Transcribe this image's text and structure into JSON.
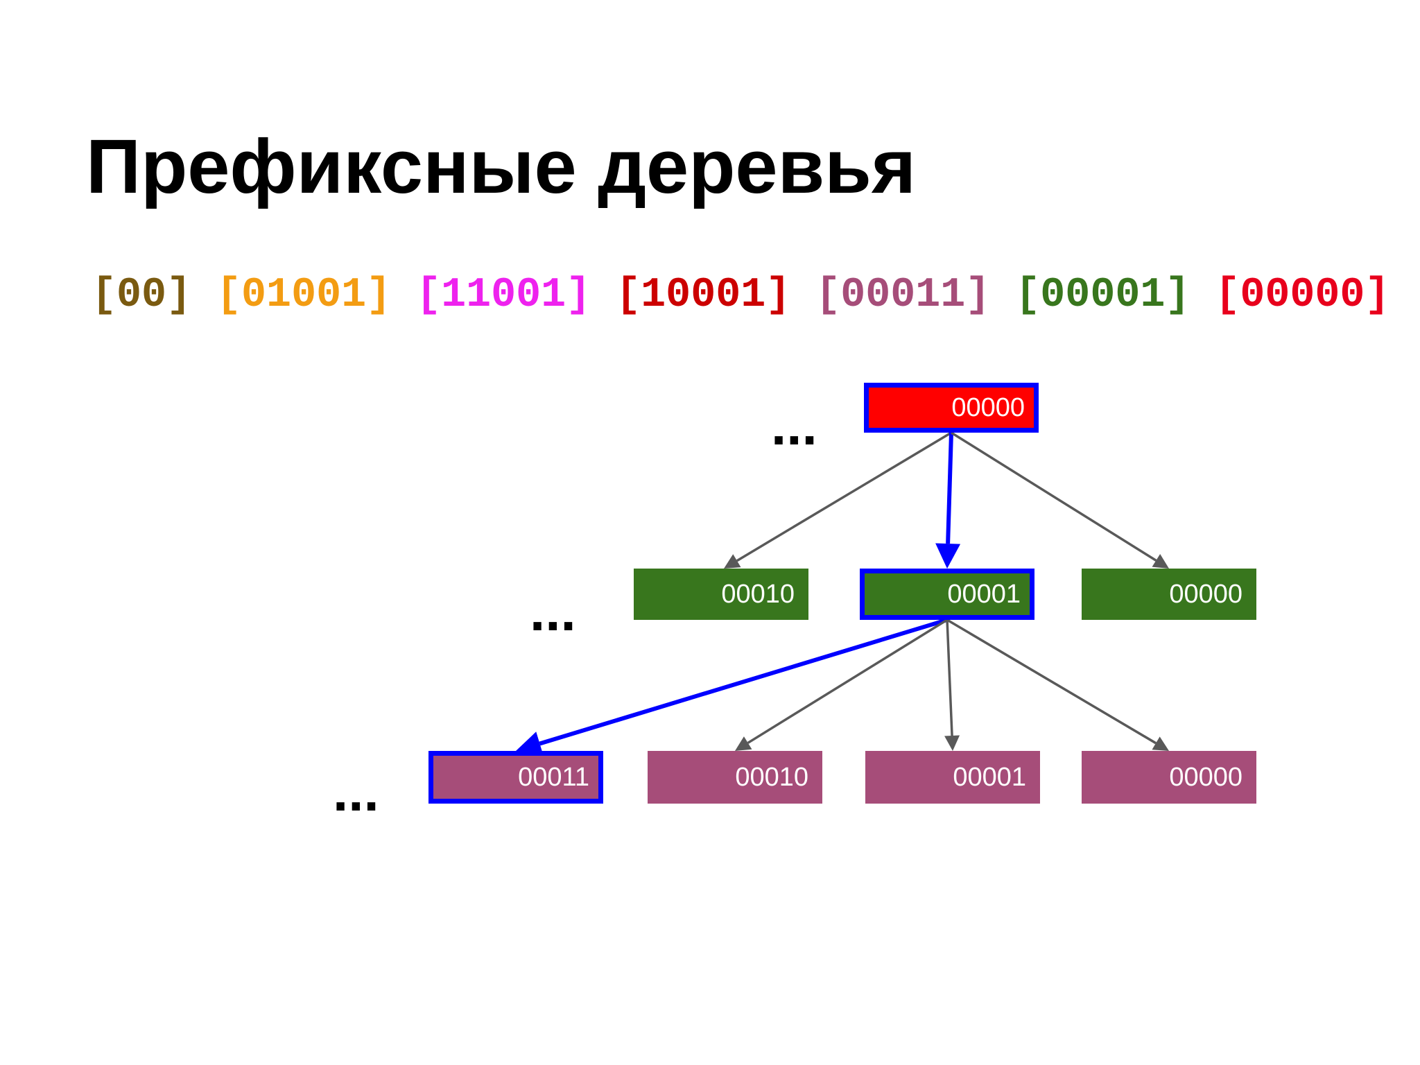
{
  "slide": {
    "title": "Префиксные деревья",
    "sequence": [
      {
        "text": "[00]",
        "color": "#7a5a10"
      },
      {
        "text": "[01001]",
        "color": "#f39c12"
      },
      {
        "text": "[11001]",
        "color": "#ee22ee"
      },
      {
        "text": "[10001]",
        "color": "#cc0000"
      },
      {
        "text": "[00011]",
        "color": "#a64d79"
      },
      {
        "text": "[00001]",
        "color": "#38761d"
      },
      {
        "text": "[00000]",
        "color": "#e8001c"
      }
    ],
    "colors": {
      "root": "#ff0000",
      "level1": "#38761d",
      "level2": "#a64d79",
      "highlight": "#0000ff",
      "edge": "#595959"
    },
    "tree": {
      "root": {
        "label": "00000",
        "selected": true
      },
      "level1": [
        {
          "label": "00010",
          "selected": false
        },
        {
          "label": "00001",
          "selected": true
        },
        {
          "label": "00000",
          "selected": false
        }
      ],
      "level2": [
        {
          "label": "00011",
          "selected": true
        },
        {
          "label": "00010",
          "selected": false
        },
        {
          "label": "00001",
          "selected": false
        },
        {
          "label": "00000",
          "selected": false
        }
      ],
      "ellipsis": "..."
    }
  }
}
